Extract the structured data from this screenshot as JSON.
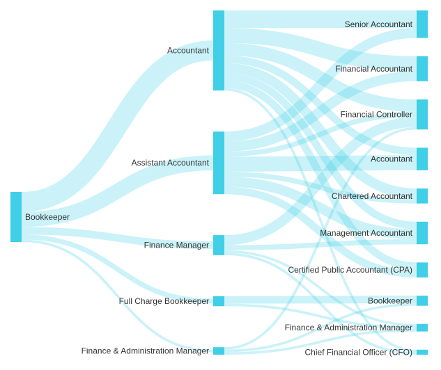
{
  "colors": {
    "node": "#40cfe6",
    "link": "#40cfe6"
  },
  "diagram": {
    "type": "sankey",
    "columns": [
      [
        {
          "id": "bk0",
          "label": "Bookkeeper"
        }
      ],
      [
        {
          "id": "acc1",
          "label": "Accountant"
        },
        {
          "id": "asst1",
          "label": "Assistant Accountant"
        },
        {
          "id": "fm1",
          "label": "Finance Manager"
        },
        {
          "id": "fcb1",
          "label": "Full Charge Bookkeeper"
        },
        {
          "id": "fam1",
          "label": "Finance & Administration Manager"
        }
      ],
      [
        {
          "id": "sa2",
          "label": "Senior Accountant"
        },
        {
          "id": "fa2",
          "label": "Financial Accountant"
        },
        {
          "id": "fc2",
          "label": "Financial Controller"
        },
        {
          "id": "acc2",
          "label": "Accountant"
        },
        {
          "id": "ca2",
          "label": "Chartered Accountant"
        },
        {
          "id": "ma2",
          "label": "Management Accountant"
        },
        {
          "id": "cpa2",
          "label": "Certified Public Accountant (CPA)"
        },
        {
          "id": "bk2",
          "label": "Bookkeeper"
        },
        {
          "id": "fam2",
          "label": "Finance & Administration Manager"
        },
        {
          "id": "cfo2",
          "label": "Chief Financial Officer (CFO)"
        }
      ]
    ],
    "links": [
      {
        "source": "bk0",
        "target": "acc1",
        "value": 8
      },
      {
        "source": "bk0",
        "target": "asst1",
        "value": 6
      },
      {
        "source": "bk0",
        "target": "fm1",
        "value": 3
      },
      {
        "source": "bk0",
        "target": "fcb1",
        "value": 2
      },
      {
        "source": "bk0",
        "target": "fam1",
        "value": 1
      },
      {
        "source": "acc1",
        "target": "sa2",
        "value": 7
      },
      {
        "source": "acc1",
        "target": "fa2",
        "value": 6
      },
      {
        "source": "acc1",
        "target": "fc2",
        "value": 5
      },
      {
        "source": "acc1",
        "target": "acc2",
        "value": 3
      },
      {
        "source": "acc1",
        "target": "ca2",
        "value": 4
      },
      {
        "source": "acc1",
        "target": "ma2",
        "value": 3
      },
      {
        "source": "acc1",
        "target": "cpa2",
        "value": 3
      },
      {
        "source": "acc1",
        "target": "cfo2",
        "value": 1
      },
      {
        "source": "asst1",
        "target": "sa2",
        "value": 4
      },
      {
        "source": "asst1",
        "target": "fa2",
        "value": 4
      },
      {
        "source": "asst1",
        "target": "fc2",
        "value": 2
      },
      {
        "source": "asst1",
        "target": "acc2",
        "value": 6
      },
      {
        "source": "asst1",
        "target": "ca2",
        "value": 2
      },
      {
        "source": "asst1",
        "target": "ma2",
        "value": 4
      },
      {
        "source": "asst1",
        "target": "cpa2",
        "value": 3
      },
      {
        "source": "fm1",
        "target": "fc2",
        "value": 4
      },
      {
        "source": "fm1",
        "target": "ma2",
        "value": 2
      },
      {
        "source": "fm1",
        "target": "fam2",
        "value": 1
      },
      {
        "source": "fm1",
        "target": "cfo2",
        "value": 1
      },
      {
        "source": "fcb1",
        "target": "bk2",
        "value": 3
      },
      {
        "source": "fcb1",
        "target": "fam2",
        "value": 1
      },
      {
        "source": "fam1",
        "target": "fc2",
        "value": 1
      },
      {
        "source": "fam1",
        "target": "bk2",
        "value": 1
      },
      {
        "source": "fam1",
        "target": "fam2",
        "value": 1
      }
    ]
  }
}
